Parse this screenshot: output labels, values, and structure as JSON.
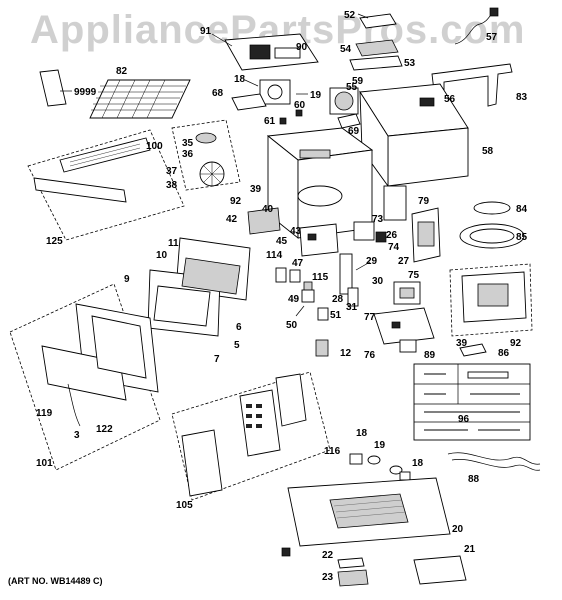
{
  "watermark": "AppliancePartsPros.com",
  "art_number": "(ART NO. WB14489 C)",
  "callouts": {
    "c9999": "9999",
    "c82": "82",
    "c91": "91",
    "c90": "90",
    "c52": "52",
    "c57": "57",
    "c54": "54",
    "c53": "53",
    "c18a": "18",
    "c19a": "19",
    "c59": "59",
    "c55": "55",
    "c56": "56",
    "c83": "83",
    "c68": "68",
    "c60": "60",
    "c61": "61",
    "c69": "69",
    "c100": "100",
    "c35": "35",
    "c36": "36",
    "c58": "58",
    "c37": "37",
    "c38": "38",
    "c39a": "39",
    "c92a": "92",
    "c40": "40",
    "c79": "79",
    "c84": "84",
    "c125": "125",
    "c42": "42",
    "c43": "43",
    "c73": "73",
    "c85": "85",
    "c45": "45",
    "c26": "26",
    "c74": "74",
    "c11": "11",
    "c10": "10",
    "c114": "114",
    "c47": "47",
    "c29": "29",
    "c27": "27",
    "c115": "115",
    "c75": "75",
    "c9": "9",
    "c30": "30",
    "c49": "49",
    "c28": "28",
    "c31": "31",
    "c6": "6",
    "c5": "5",
    "c7": "7",
    "c50": "50",
    "c51": "51",
    "c77": "77",
    "c39b": "39",
    "c92b": "92",
    "c12": "12",
    "c76": "76",
    "c89": "89",
    "c86": "86",
    "c119": "119",
    "c122": "122",
    "c3": "3",
    "c96": "96",
    "c101": "101",
    "c18b": "18",
    "c116": "116",
    "c19b": "19",
    "c18c": "18",
    "c88": "88",
    "c105": "105",
    "c20": "20",
    "c21": "21",
    "c22": "22",
    "c23": "23"
  }
}
